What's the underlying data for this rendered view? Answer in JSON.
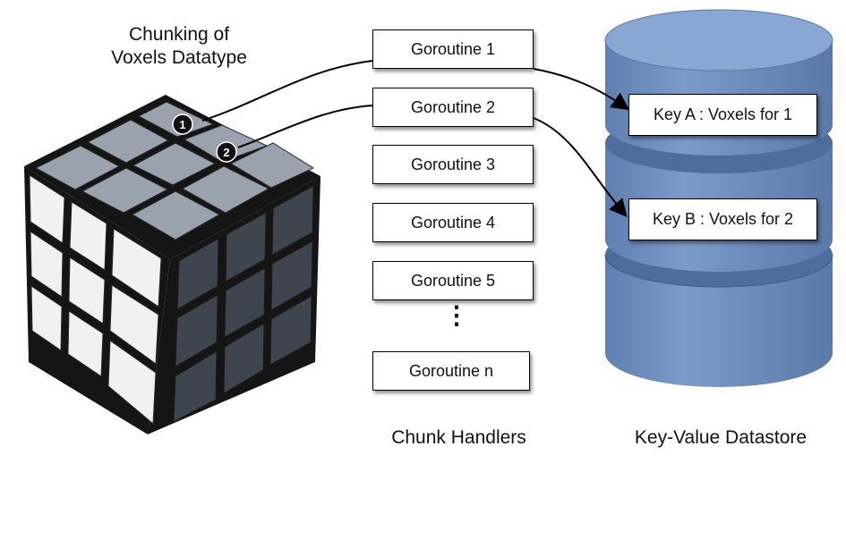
{
  "cube": {
    "title_line1": "Chunking of",
    "title_line2": "Voxels Datatype",
    "badge_1": "1",
    "badge_2": "2"
  },
  "handlers": {
    "caption": "Chunk Handlers",
    "goroutines": [
      "Goroutine 1",
      "Goroutine 2",
      "Goroutine 3",
      "Goroutine 4",
      "Goroutine 5",
      "Goroutine n"
    ],
    "ellipsis": "⋮"
  },
  "datastore": {
    "caption": "Key-Value Datastore",
    "key_a": "Key A : Voxels for 1",
    "key_b": "Key B : Voxels for 2",
    "color": "#6f8fbf"
  }
}
